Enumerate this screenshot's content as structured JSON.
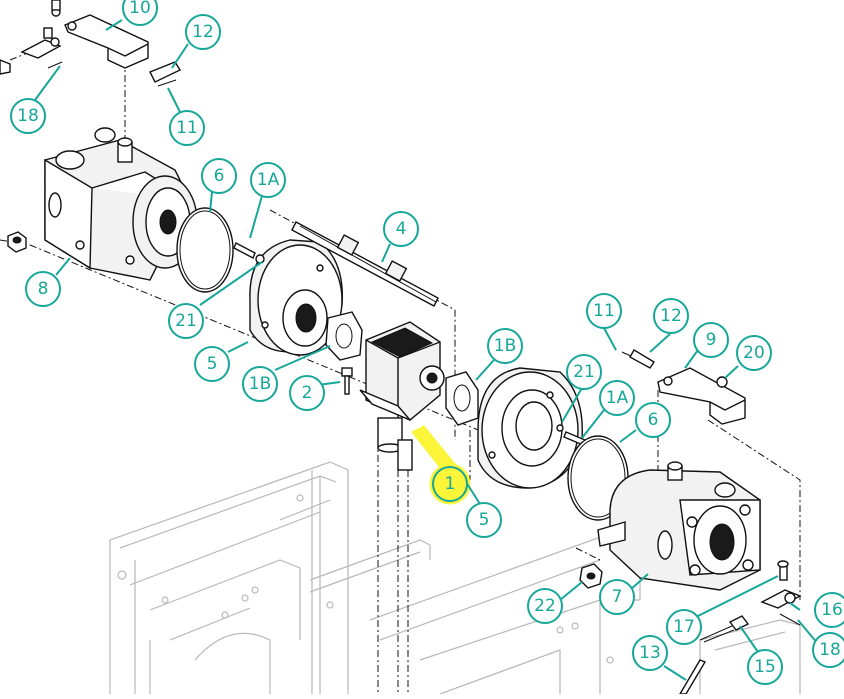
{
  "diagram": {
    "callouts": [
      {
        "id": "c10a",
        "label": "10"
      },
      {
        "id": "c12a",
        "label": "12"
      },
      {
        "id": "c18a",
        "label": "18"
      },
      {
        "id": "c11a",
        "label": "11"
      },
      {
        "id": "c6a",
        "label": "6"
      },
      {
        "id": "c1aa",
        "label": "1A"
      },
      {
        "id": "c4",
        "label": "4"
      },
      {
        "id": "c8",
        "label": "8"
      },
      {
        "id": "c21a",
        "label": "21"
      },
      {
        "id": "c5a",
        "label": "5"
      },
      {
        "id": "c1ba",
        "label": "1B"
      },
      {
        "id": "c2",
        "label": "2"
      },
      {
        "id": "c1bb",
        "label": "1B"
      },
      {
        "id": "c11b",
        "label": "11"
      },
      {
        "id": "c12b",
        "label": "12"
      },
      {
        "id": "c9",
        "label": "9"
      },
      {
        "id": "c20",
        "label": "20"
      },
      {
        "id": "c21b",
        "label": "21"
      },
      {
        "id": "c1ab",
        "label": "1A"
      },
      {
        "id": "c6b",
        "label": "6"
      },
      {
        "id": "c1",
        "label": "1"
      },
      {
        "id": "c5b",
        "label": "5"
      },
      {
        "id": "c22",
        "label": "22"
      },
      {
        "id": "c7",
        "label": "7"
      },
      {
        "id": "c17",
        "label": "17"
      },
      {
        "id": "c16",
        "label": "16"
      },
      {
        "id": "c15",
        "label": "15"
      },
      {
        "id": "c18b",
        "label": "18"
      },
      {
        "id": "c13",
        "label": "13"
      }
    ],
    "colors": {
      "callout": "#17a79a",
      "highlight": "#fbf53a",
      "line": "#111111",
      "frame": "#b8b8b8"
    },
    "highlighted_callout": "1"
  }
}
